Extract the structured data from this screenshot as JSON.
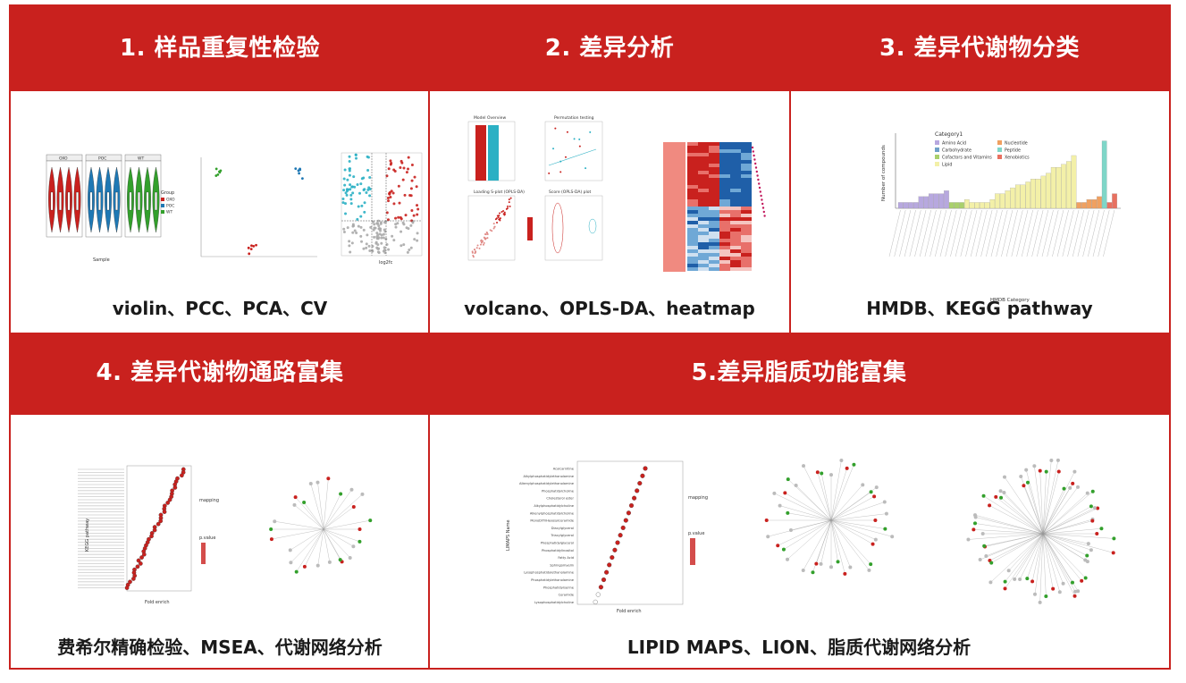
{
  "sections": [
    {
      "title": "1. 样品重复性检验",
      "caption": "violin、PCC、PCA、CV"
    },
    {
      "title": "2. 差异分析",
      "caption": "volcano、OPLS-DA、heatmap"
    },
    {
      "title": "3. 差异代谢物分类",
      "caption": "HMDB、KEGG pathway"
    },
    {
      "title": "4. 差异代谢物通路富集",
      "caption": "费希尔精确检验、MSEA、代谢网络分析"
    },
    {
      "title": "5.差异脂质功能富集",
      "caption": "LIPID MAPS、LION、脂质代谢网络分析"
    }
  ],
  "colors": {
    "brand": "#c9211e",
    "blue": "#1f78b4",
    "teal": "#2bb0c4",
    "green": "#33a02c"
  },
  "chart_data": [
    {
      "type": "violin",
      "panels": [
        "OXO",
        "POC",
        "WT"
      ],
      "xlabel": "Sample",
      "legend_title": "Group",
      "series": [
        {
          "name": "OXO"
        },
        {
          "name": "POC"
        },
        {
          "name": "WT"
        }
      ]
    },
    {
      "type": "scatter"
    },
    {
      "type": "scatter",
      "xlabel": "log2fc"
    },
    {
      "type": "bar",
      "title": "Model Overview"
    },
    {
      "type": "scatter",
      "title": "Permutation testing"
    },
    {
      "type": "scatter",
      "title": "Loading S-plot (OPLS-DA)"
    },
    {
      "type": "scatter",
      "title": "Score (OPLS-DA) plot"
    },
    {
      "type": "heatmap"
    },
    {
      "type": "bar",
      "xlabel": "HMDB Category",
      "ylabel": "Number of compounds",
      "legend_title": "Category1",
      "series": [
        {
          "name": "Amino Acid"
        },
        {
          "name": "Carbohydrate"
        },
        {
          "name": "Cofactors and Vitamins"
        },
        {
          "name": "Lipid"
        },
        {
          "name": "Nucleotide"
        },
        {
          "name": "Peptide"
        },
        {
          "name": "Xenobiotics"
        }
      ],
      "values": [
        2,
        2,
        2,
        2,
        4,
        4,
        5,
        5,
        5,
        6,
        2,
        2,
        2,
        3,
        2,
        2,
        2,
        2,
        3,
        5,
        5,
        6,
        7,
        8,
        8,
        9,
        10,
        10,
        11,
        12,
        14,
        14,
        15,
        16,
        18,
        2,
        2,
        3,
        3,
        4,
        23,
        2,
        5
      ],
      "ylim": [
        0,
        25
      ]
    },
    {
      "type": "scatter",
      "xlabel": "Fold enrich",
      "ylabel": "KEGG pathway",
      "legend": [
        "mapping",
        "p.value"
      ]
    },
    {
      "type": "scatter",
      "xlabel": "Fold enrich",
      "ylabel": "LIMAPS Name",
      "legend": [
        "mapping",
        "p.value"
      ],
      "categories": [
        "Acylcarnitine",
        "Alkylphosphatidylethanolamine",
        "Alkenylphosphatidylethanolamine",
        "Phosphatidylcholine",
        "Cholesterol ester",
        "Alkylphosphatidylcholine",
        "Alkenylphosphatidylcholine",
        "MonoDiTriHexosylceramide",
        "Diacylglycerol",
        "Triacylglycerol",
        "Phosphatidylglycerol",
        "Phosphatidylinositol",
        "Fatty Acid",
        "Sphingomyelin",
        "Lysophosphatidylethanolamine",
        "Phosphatidylethanolamine",
        "Phosphatidylserine",
        "Ceramide",
        "Lysophosphatidylcholine"
      ]
    },
    {
      "type": "network"
    },
    {
      "type": "network"
    }
  ]
}
